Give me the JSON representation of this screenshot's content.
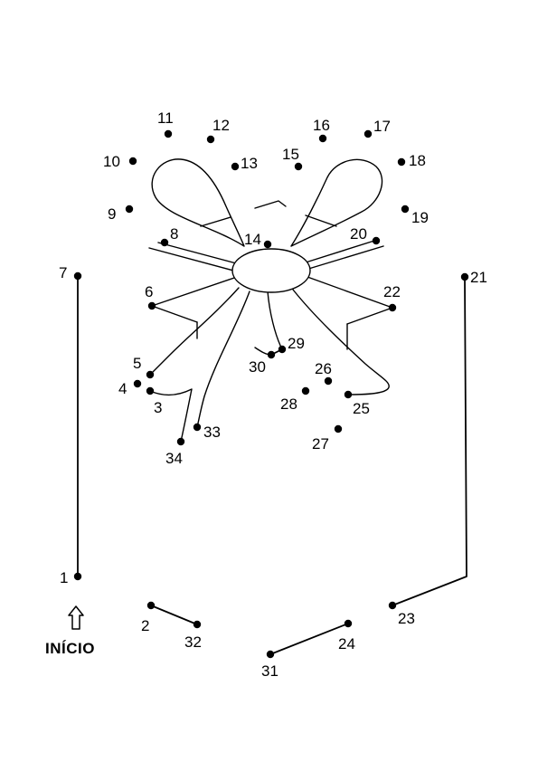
{
  "start_label": "INÍCIO",
  "start_arrow_icon": "arrow-up-outline-icon",
  "ink_color": "#000000",
  "paper_color": "#ffffff",
  "dots": [
    {
      "n": "1"
    },
    {
      "n": "2"
    },
    {
      "n": "3"
    },
    {
      "n": "4"
    },
    {
      "n": "5"
    },
    {
      "n": "6"
    },
    {
      "n": "7"
    },
    {
      "n": "8"
    },
    {
      "n": "9"
    },
    {
      "n": "10"
    },
    {
      "n": "11"
    },
    {
      "n": "12"
    },
    {
      "n": "13"
    },
    {
      "n": "14"
    },
    {
      "n": "15"
    },
    {
      "n": "16"
    },
    {
      "n": "17"
    },
    {
      "n": "18"
    },
    {
      "n": "19"
    },
    {
      "n": "20"
    },
    {
      "n": "21"
    },
    {
      "n": "22"
    },
    {
      "n": "23"
    },
    {
      "n": "24"
    },
    {
      "n": "25"
    },
    {
      "n": "26"
    },
    {
      "n": "27"
    },
    {
      "n": "28"
    },
    {
      "n": "29"
    },
    {
      "n": "30"
    },
    {
      "n": "31"
    },
    {
      "n": "32"
    },
    {
      "n": "33"
    },
    {
      "n": "34"
    }
  ]
}
